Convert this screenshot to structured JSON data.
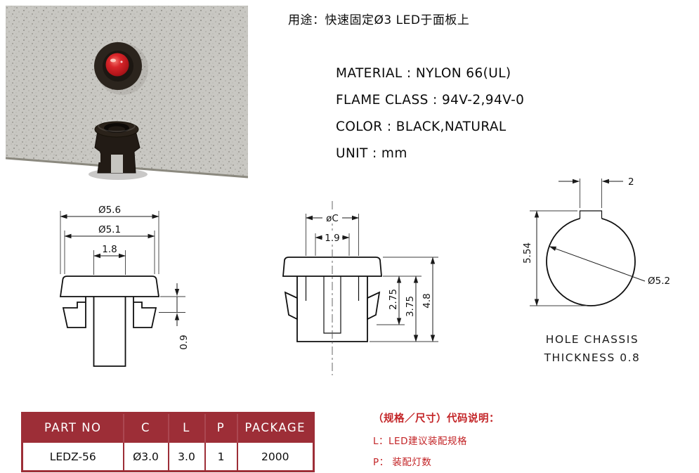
{
  "header": {
    "usage_title": "用途：快速固定Ø3 LED于面板上"
  },
  "specs": {
    "items": [
      {
        "text": "MATERIAL : NYLON 66(UL)"
      },
      {
        "text": "FLAME CLASS : 94V-2,94V-0"
      },
      {
        "text": "COLOR : BLACK,NATURAL"
      },
      {
        "text": "UNIT : mm"
      }
    ]
  },
  "drawings": {
    "side_view": {
      "dim_flange_od": "Ø5.6",
      "dim_mid_od": "Ø5.1",
      "dim_tube": "1.8",
      "dim_panel_gap": "0.9"
    },
    "front_view": {
      "dim_hole": "øC",
      "dim_slot": "1.9",
      "dim_depth1": "2.75",
      "dim_depth2": "3.75",
      "dim_total": "4.8"
    },
    "hole_view": {
      "dim_tab": "2",
      "dim_height": "5.54",
      "dim_dia": "Ø5.2",
      "caption_line1": "HOLE  CHASSIS",
      "caption_line2": "THICKNESS  0.8"
    }
  },
  "table": {
    "headers": [
      "PART NO",
      "C",
      "L",
      "P",
      "PACKAGE"
    ],
    "row": [
      "LEDZ-56",
      "Ø3.0",
      "3.0",
      "1",
      "2000"
    ]
  },
  "notes": {
    "title": "（规格／尺寸）代码说明：",
    "line_l": "L：LED建议装配规格",
    "line_p": "P：  装配灯数"
  },
  "colors": {
    "table_maroon": "#9d2e37",
    "note_red": "#c32427",
    "led_red": "#d8262a"
  }
}
